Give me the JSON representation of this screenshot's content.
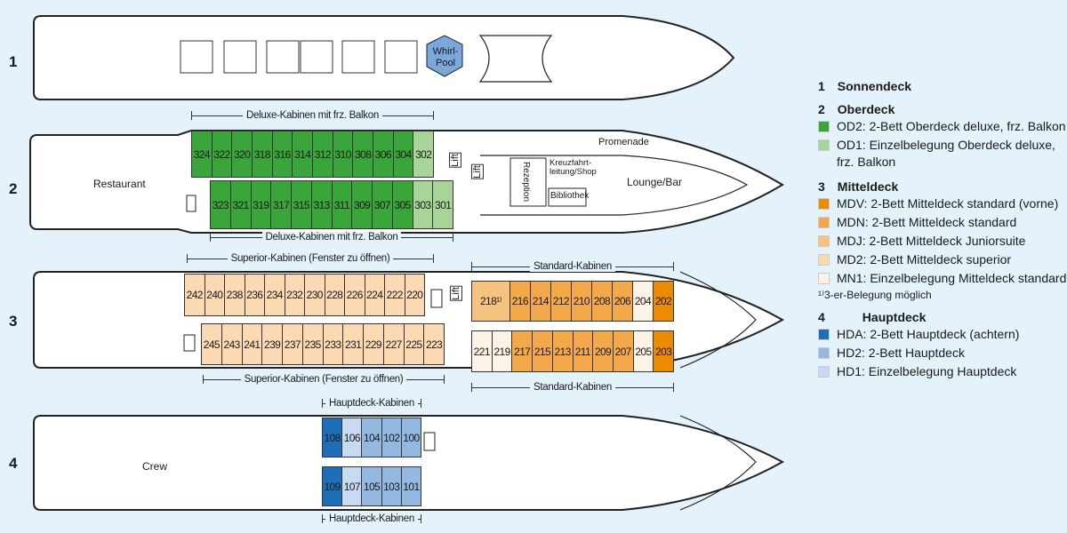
{
  "decks": [
    {
      "num": "1"
    },
    {
      "num": "2",
      "labels": {
        "restaurant": "Restaurant",
        "lift": "Lift",
        "promenade": "Promenade",
        "rezeption": "Rezeption",
        "kreuzfahrt": "Kreuzfahrt-leitung/Shop",
        "bibliothek": "Bibliothek",
        "lounge": "Lounge/Bar"
      },
      "bracket_top": "Deluxe-Kabinen mit frz. Balkon",
      "bracket_bottom": "Deluxe-Kabinen mit frz. Balkon",
      "rows": [
        [
          {
            "n": "324",
            "c": "OD2"
          },
          {
            "n": "322",
            "c": "OD2"
          },
          {
            "n": "320",
            "c": "OD2"
          },
          {
            "n": "318",
            "c": "OD2"
          },
          {
            "n": "316",
            "c": "OD2"
          },
          {
            "n": "314",
            "c": "OD2"
          },
          {
            "n": "312",
            "c": "OD2"
          },
          {
            "n": "310",
            "c": "OD2"
          },
          {
            "n": "308",
            "c": "OD2"
          },
          {
            "n": "306",
            "c": "OD2"
          },
          {
            "n": "304",
            "c": "OD2"
          },
          {
            "n": "302",
            "c": "OD1"
          }
        ],
        [
          {
            "n": "323",
            "c": "OD2"
          },
          {
            "n": "321",
            "c": "OD2"
          },
          {
            "n": "319",
            "c": "OD2"
          },
          {
            "n": "317",
            "c": "OD2"
          },
          {
            "n": "315",
            "c": "OD2"
          },
          {
            "n": "313",
            "c": "OD2"
          },
          {
            "n": "311",
            "c": "OD2"
          },
          {
            "n": "309",
            "c": "OD2"
          },
          {
            "n": "307",
            "c": "OD2"
          },
          {
            "n": "305",
            "c": "OD2"
          },
          {
            "n": "303",
            "c": "OD1"
          },
          {
            "n": "301",
            "c": "OD1"
          }
        ]
      ]
    },
    {
      "num": "3",
      "labels": {
        "lift": "Lift"
      },
      "bracket_sup_top": "Superior-Kabinen (Fenster zu öffnen)",
      "bracket_sup_bottom": "Superior-Kabinen (Fenster zu öffnen)",
      "bracket_std_top": "Standard-Kabinen",
      "bracket_std_bottom": "Standard-Kabinen",
      "rows": [
        [
          {
            "n": "242",
            "c": "MD2"
          },
          {
            "n": "240",
            "c": "MD2"
          },
          {
            "n": "238",
            "c": "MD2"
          },
          {
            "n": "236",
            "c": "MD2"
          },
          {
            "n": "234",
            "c": "MD2"
          },
          {
            "n": "232",
            "c": "MD2"
          },
          {
            "n": "230",
            "c": "MD2"
          },
          {
            "n": "228",
            "c": "MD2"
          },
          {
            "n": "226",
            "c": "MD2"
          },
          {
            "n": "224",
            "c": "MD2"
          },
          {
            "n": "222",
            "c": "MD2"
          },
          {
            "n": "220",
            "c": "MD2"
          }
        ],
        [
          {
            "n": "245",
            "c": "MD2"
          },
          {
            "n": "243",
            "c": "MD2"
          },
          {
            "n": "241",
            "c": "MD2"
          },
          {
            "n": "239",
            "c": "MD2"
          },
          {
            "n": "237",
            "c": "MD2"
          },
          {
            "n": "235",
            "c": "MD2"
          },
          {
            "n": "233",
            "c": "MD2"
          },
          {
            "n": "231",
            "c": "MD2"
          },
          {
            "n": "229",
            "c": "MD2"
          },
          {
            "n": "227",
            "c": "MD2"
          },
          {
            "n": "225",
            "c": "MD2"
          },
          {
            "n": "223",
            "c": "MD2"
          }
        ],
        [
          {
            "n": "218¹⁾",
            "c": "MDJ"
          },
          {
            "n": "216",
            "c": "MDN"
          },
          {
            "n": "214",
            "c": "MDN"
          },
          {
            "n": "212",
            "c": "MDN"
          },
          {
            "n": "210",
            "c": "MDN"
          },
          {
            "n": "208",
            "c": "MDN"
          },
          {
            "n": "206",
            "c": "MDN"
          },
          {
            "n": "204",
            "c": "MN1"
          },
          {
            "n": "202",
            "c": "MDV"
          }
        ],
        [
          {
            "n": "221",
            "c": "MN1"
          },
          {
            "n": "219",
            "c": "MN1"
          },
          {
            "n": "217",
            "c": "MDN"
          },
          {
            "n": "215",
            "c": "MDN"
          },
          {
            "n": "213",
            "c": "MDN"
          },
          {
            "n": "211",
            "c": "MDN"
          },
          {
            "n": "209",
            "c": "MDN"
          },
          {
            "n": "207",
            "c": "MDN"
          },
          {
            "n": "205",
            "c": "MN1"
          },
          {
            "n": "203",
            "c": "MDV"
          }
        ]
      ]
    },
    {
      "num": "4",
      "labels": {
        "crew": "Crew"
      },
      "bracket_top": "Hauptdeck-Kabinen",
      "bracket_bottom": "Hauptdeck-Kabinen",
      "rows": [
        [
          {
            "n": "108",
            "c": "HDA"
          },
          {
            "n": "106",
            "c": "HD1"
          },
          {
            "n": "104",
            "c": "HD2"
          },
          {
            "n": "102",
            "c": "HD2"
          },
          {
            "n": "100",
            "c": "HD2"
          }
        ],
        [
          {
            "n": "109",
            "c": "HDA"
          },
          {
            "n": "107",
            "c": "HD1"
          },
          {
            "n": "105",
            "c": "HD2"
          },
          {
            "n": "103",
            "c": "HD2"
          },
          {
            "n": "101",
            "c": "HD2"
          }
        ]
      ]
    }
  ],
  "deck1_labels": {
    "whirlpool": "Whirl-Pool"
  },
  "legend": [
    {
      "type": "h",
      "num": "1",
      "text": "Sonnendeck"
    },
    {
      "type": "h",
      "num": "2",
      "text": "Oberdeck"
    },
    {
      "type": "i",
      "c": "#3aa53a",
      "text": "OD2: 2-Bett Oberdeck deluxe, frz. Balkon"
    },
    {
      "type": "i",
      "c": "#a9d497",
      "text": "OD1: Einzelbelegung Oberdeck deluxe, frz. Balkon"
    },
    {
      "type": "h",
      "num": "3",
      "text": "Mitteldeck"
    },
    {
      "type": "i",
      "c": "#ec8a00",
      "text": "MDV: 2-Bett Mitteldeck standard (vorne)"
    },
    {
      "type": "i",
      "c": "#f3a94a",
      "text": "MDN: 2-Bett Mitteldeck standard"
    },
    {
      "type": "i",
      "c": "#f6c37e",
      "text": "MDJ: 2-Bett Mitteldeck Juniorsuite"
    },
    {
      "type": "i",
      "c": "#fad9b3",
      "text": "MD2: 2-Bett Mitteldeck superior"
    },
    {
      "type": "i",
      "c": "#fcf3e6",
      "text": "MN1: Einzelbelegung Mitteldeck standard"
    },
    {
      "type": "n",
      "text": "¹⁾3-er-Belegung möglich"
    },
    {
      "type": "h",
      "num": "4",
      "text": "Hauptdeck"
    },
    {
      "type": "i",
      "c": "#1f6fb8",
      "text": "HDA: 2-Bett Hauptdeck (achtern)"
    },
    {
      "type": "i",
      "c": "#93b9e2",
      "text": "HD2: 2-Bett Hauptdeck"
    },
    {
      "type": "i",
      "c": "#c7daf1",
      "text": "HD1: Einzelbelegung Hauptdeck"
    }
  ]
}
